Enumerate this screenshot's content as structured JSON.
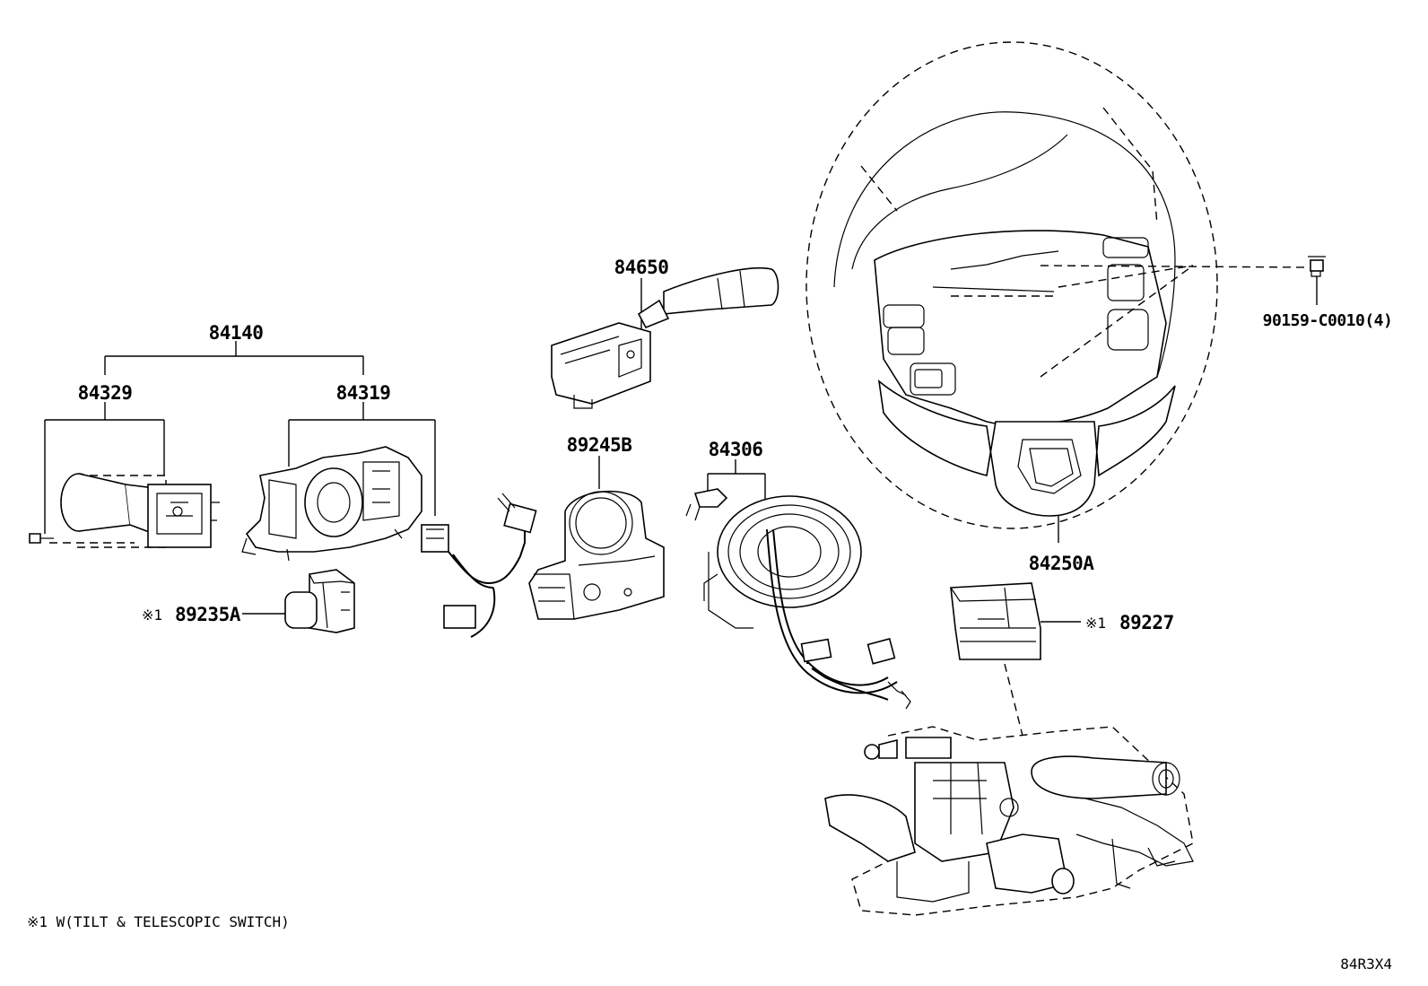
{
  "parts": {
    "p84140": "84140",
    "p84329": "84329",
    "p84319": "84319",
    "p84650": "84650",
    "p89245B": "89245B",
    "p84306": "84306",
    "p84250A": "84250A",
    "p90159": "90159-C0010(4)",
    "p89235A": "89235A",
    "p89227": "89227"
  },
  "marks": {
    "ref1": "※1",
    "ref2": "※1"
  },
  "footnote": "※1 W(TILT & TELESCOPIC SWITCH)",
  "diagram_code": "84R3X4"
}
